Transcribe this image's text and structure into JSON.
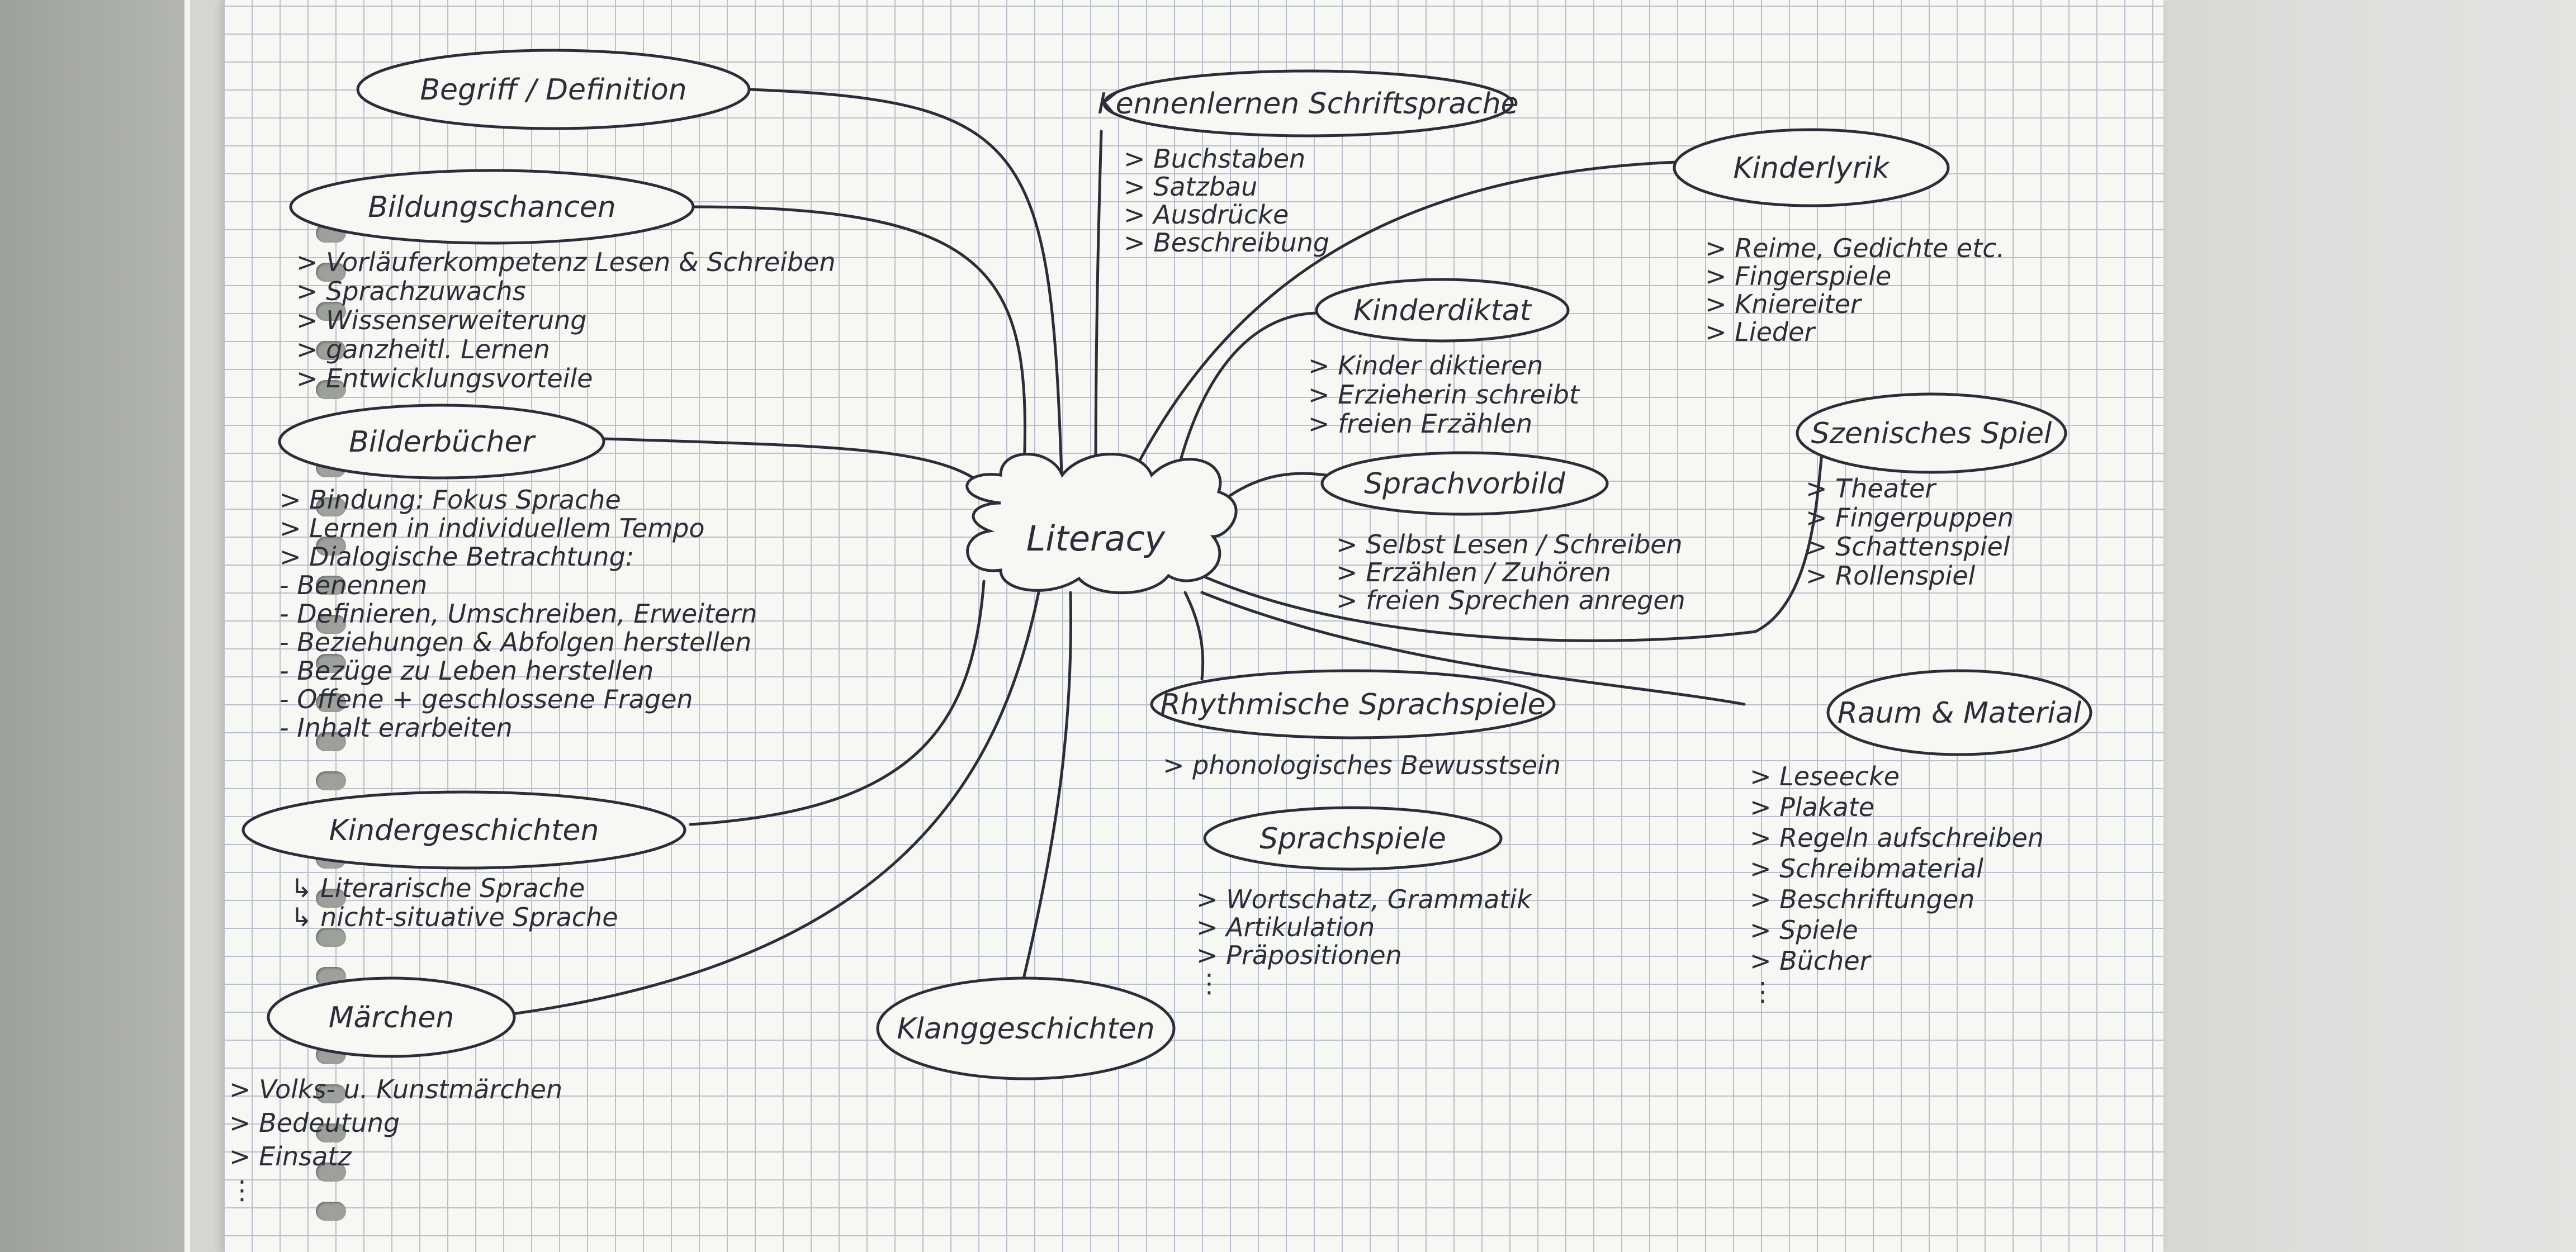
{
  "center": "Literacy",
  "nodes": [
    {
      "title": "Begriff / Definition",
      "items": []
    },
    {
      "title": "Bildungschancen",
      "items": [
        "> Vorläuferkompetenz Lesen & Schreiben",
        "> Sprachzuwachs",
        "> Wissenserweiterung",
        "> ganzheitl. Lernen",
        "> Entwicklungsvorteile"
      ]
    },
    {
      "title": "Bilderbücher",
      "items": [
        "> Bindung: Fokus Sprache",
        "> Lernen in individuellem Tempo",
        "> Dialogische Betrachtung:",
        "- Benennen",
        "- Definieren, Umschreiben, Erweitern",
        "- Beziehungen & Abfolgen herstellen",
        "- Bezüge zu Leben herstellen",
        "- Offene + geschlossene Fragen",
        "- Inhalt erarbeiten"
      ]
    },
    {
      "title": "Kindergeschichten",
      "items": [
        "↳ Literarische Sprache",
        "↳ nicht-situative Sprache"
      ]
    },
    {
      "title": "Märchen",
      "items": [
        "> Volks- u. Kunstmärchen",
        "> Bedeutung",
        "> Einsatz",
        "⋮"
      ]
    },
    {
      "title": "Klanggeschichten",
      "items": []
    },
    {
      "title": "Kennenlernen Schriftsprache",
      "items": [
        "> Buchstaben",
        "> Satzbau",
        "> Ausdrücke",
        "> Beschreibung"
      ]
    },
    {
      "title": "Kinderlyrik",
      "items": [
        "> Reime, Gedichte etc.",
        "> Fingerspiele",
        "> Kniereiter",
        "> Lieder"
      ]
    },
    {
      "title": "Kinderdiktat",
      "items": [
        "> Kinder diktieren",
        "> Erzieherin schreibt",
        "> freien Erzählen"
      ]
    },
    {
      "title": "Sprachvorbild",
      "items": [
        "> Selbst Lesen / Schreiben",
        "> Erzählen / Zuhören",
        "> freien Sprechen anregen"
      ]
    },
    {
      "title": "Szenisches Spiel",
      "items": [
        "> Theater",
        "> Fingerpuppen",
        "> Schattenspiel",
        "> Rollenspiel"
      ]
    },
    {
      "title": "Raum & Material",
      "items": [
        "> Leseecke",
        "> Plakate",
        "> Regeln aufschreiben",
        "> Schreibmaterial",
        "> Beschriftungen",
        "> Spiele",
        "> Bücher",
        "⋮"
      ]
    },
    {
      "title": "Rhythmische Sprachspiele",
      "items": [
        "> phonologisches Bewusstsein"
      ]
    },
    {
      "title": "Sprachspiele",
      "items": [
        "> Wortschatz, Grammatik",
        "> Artikulation",
        "> Präpositionen",
        "⋮"
      ]
    }
  ]
}
